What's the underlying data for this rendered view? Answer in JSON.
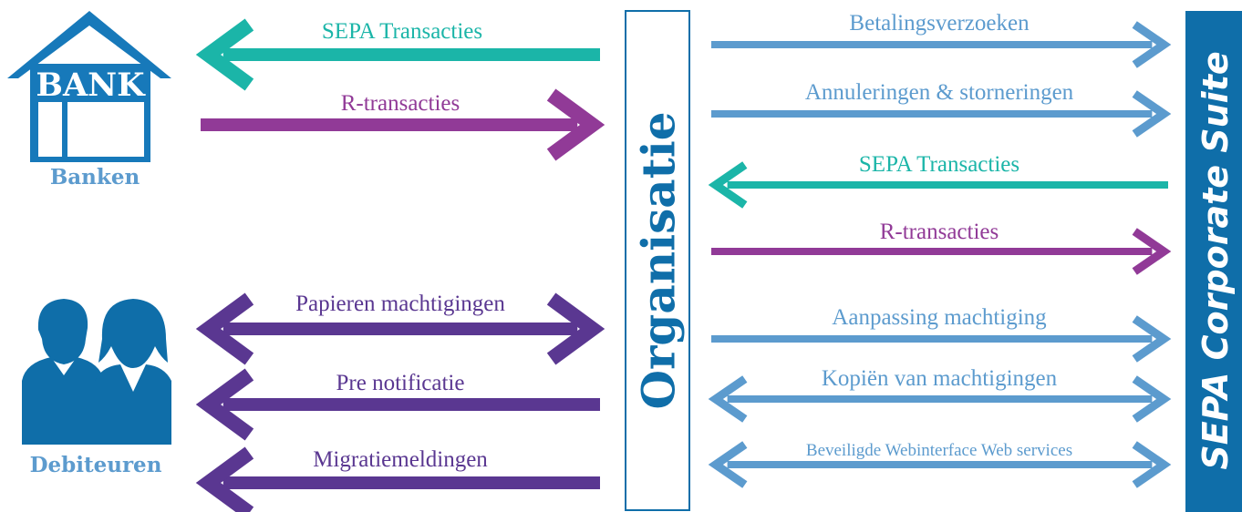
{
  "colors": {
    "blue": "#5c9bce",
    "teal": "#1bb5a8",
    "magenta": "#913a97",
    "purple": "#5a3791",
    "dark_blue": "#0f6ea9",
    "bank_blue": "#1779ba",
    "caption_blue": "#5c9bce",
    "white": "#ffffff"
  },
  "left_entities": {
    "bank": {
      "icon_text": "BANK",
      "caption": "Banken",
      "icon": "bank-building-icon"
    },
    "debtors": {
      "caption": "Debiteuren",
      "icon": "people-icon"
    }
  },
  "center": {
    "label": "Organisatie"
  },
  "suite": {
    "label": "SEPA Corporate Suite"
  },
  "left_flows": [
    {
      "id": "sepa-transacties-left",
      "label": "SEPA Transacties",
      "color": "teal",
      "direction": "left"
    },
    {
      "id": "r-transacties-left",
      "label": "R-transacties",
      "color": "magenta",
      "direction": "right"
    },
    {
      "id": "papieren-machtigingen",
      "label": "Papieren machtigingen",
      "color": "purple",
      "direction": "both"
    },
    {
      "id": "pre-notificatie",
      "label": "Pre notificatie",
      "color": "purple",
      "direction": "left"
    },
    {
      "id": "migratiemeldingen",
      "label": "Migratiemeldingen",
      "color": "purple",
      "direction": "left"
    }
  ],
  "right_flows": [
    {
      "id": "betalingsverzoeken",
      "label": "Betalingsverzoeken",
      "color": "blue",
      "direction": "right"
    },
    {
      "id": "annuleringen-storneringen",
      "label": "Annuleringen & storneringen",
      "color": "blue",
      "direction": "right"
    },
    {
      "id": "sepa-transacties-right",
      "label": "SEPA Transacties",
      "color": "teal",
      "direction": "left"
    },
    {
      "id": "r-transacties-right",
      "label": "R-transacties",
      "color": "magenta",
      "direction": "right"
    },
    {
      "id": "aanpassing-machtiging",
      "label": "Aanpassing machtiging",
      "color": "blue",
      "direction": "right"
    },
    {
      "id": "kopien-machtigingen",
      "label": "Kopiën van machtigingen",
      "color": "blue",
      "direction": "both"
    },
    {
      "id": "beveiligde-webinterface",
      "label": "Beveiligde Webinterface Web services",
      "color": "blue",
      "direction": "both"
    }
  ]
}
